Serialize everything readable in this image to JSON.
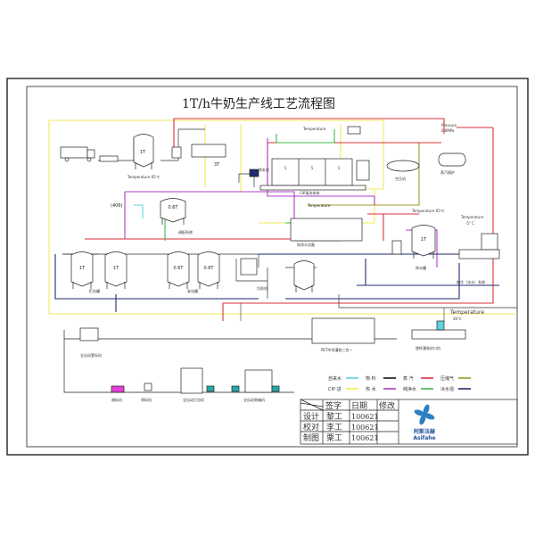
{
  "title": "1T/h牛奶生产线工艺流程图",
  "colors": {
    "tap_water": "#5fd3d8",
    "material": "#111111",
    "steam": "#d9323a",
    "compressed_air": "#a09a2a",
    "cip": "#f2e95a",
    "hot_water": "#b03cc8",
    "pure_water": "#3cb84a",
    "ice_water": "#1d2a6e"
  },
  "legend": [
    {
      "label": "自来水",
      "color": "#5fd3d8"
    },
    {
      "label": "物 料",
      "color": "#111111"
    },
    {
      "label": "蒸 汽",
      "color": "#d9323a"
    },
    {
      "label": "压缩气",
      "color": "#a09a2a"
    },
    {
      "label": "CIP 进",
      "color": "#f2e95a"
    },
    {
      "label": "热 水",
      "color": "#b03cc8"
    },
    {
      "label": "纯净水",
      "color": "#3cb84a"
    },
    {
      "label": "冰水混",
      "color": "#1d2a6e"
    }
  ],
  "readings": {
    "temp_65_left": "Temperature 65℃",
    "temp_top": "Temperature",
    "temp_mid": "Temperature",
    "temp_right_tank": "Temperature 65℃",
    "temp_chiller": "Temperature",
    "temp_chiller_value": "-5° C",
    "temp_filler": "Temperature",
    "temp_filler_value": "30℃",
    "pressure": "Pressure",
    "pressure_value": "0.8MPa"
  },
  "tanks": {
    "receiving": "1T",
    "heating": "3T",
    "batch": "(406)",
    "batch_tank": "0.6T",
    "storage1": "1T",
    "storage2": "1T",
    "aging1": "0.6T",
    "aging2": "0.6T",
    "hot_water": "1T",
    "cooling_tanks": [
      "5",
      "5",
      "5"
    ]
  },
  "equipment": {
    "milk_filter": "净乳机",
    "compressor": "空压机",
    "boiler": "蒸汽锅炉",
    "chiller": "制冷（冰水）系统",
    "hot_water_tank": "热水罐",
    "storage": "贮存罐",
    "aging": "老化罐",
    "mixing": "调配系统",
    "homogenizer": "均质机",
    "cip": "CIP清洗系统",
    "pet_filler": "PET冲洗灌装三合一",
    "cup_filler": "塑杯灌装封口机",
    "sleeve_labeler": "全自动套标机",
    "shrink": "缩标机",
    "coder": "喷码机",
    "packer": "全自动打包机",
    "boxer": "全自动装箱机",
    "water_treatment": "纯净水设备"
  },
  "title_block": {
    "headers": [
      "签字",
      "日期",
      "修改"
    ],
    "rows": [
      {
        "role": "设计",
        "name": "黎工",
        "date": "100621"
      },
      {
        "role": "校对",
        "name": "李工",
        "date": "100621"
      },
      {
        "role": "制图",
        "name": "栗工",
        "date": "100621"
      }
    ],
    "company_cn": "阿斯法赫",
    "company_en": "Asifahe"
  }
}
